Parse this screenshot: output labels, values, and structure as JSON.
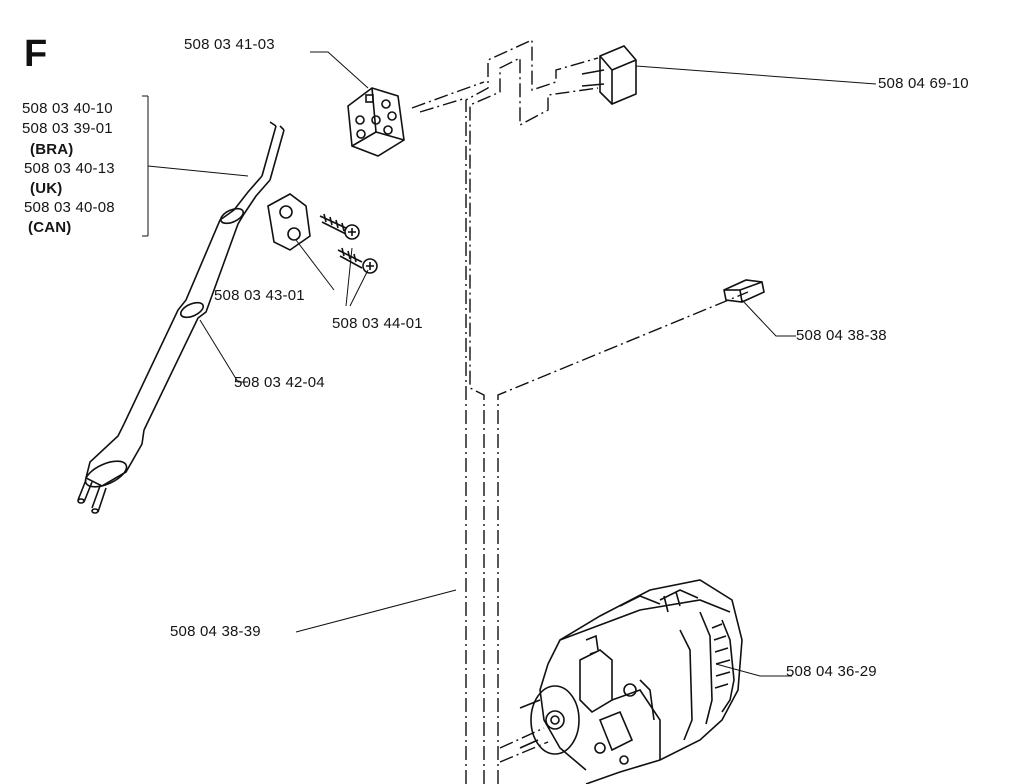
{
  "section": "F",
  "labels": {
    "switch": "508 03 41-03",
    "capacitor": "508 04 69-10",
    "cable_1": "508 03 40-10",
    "cable_2": "508 03 39-01",
    "cable_2_region": "(BRA)",
    "cable_3": "508 03 40-13",
    "cable_3_region": "(UK)",
    "cable_4": "508 03 40-08",
    "cable_4_region": "(CAN)",
    "cable_holder": "508 03 43-01",
    "screws": "508 03 44-01",
    "cable_sleeve": "508 03 42-04",
    "brush_connector": "508 04 38-38",
    "wiring": "508 04 38-39",
    "motor": "508 04 36-29"
  }
}
